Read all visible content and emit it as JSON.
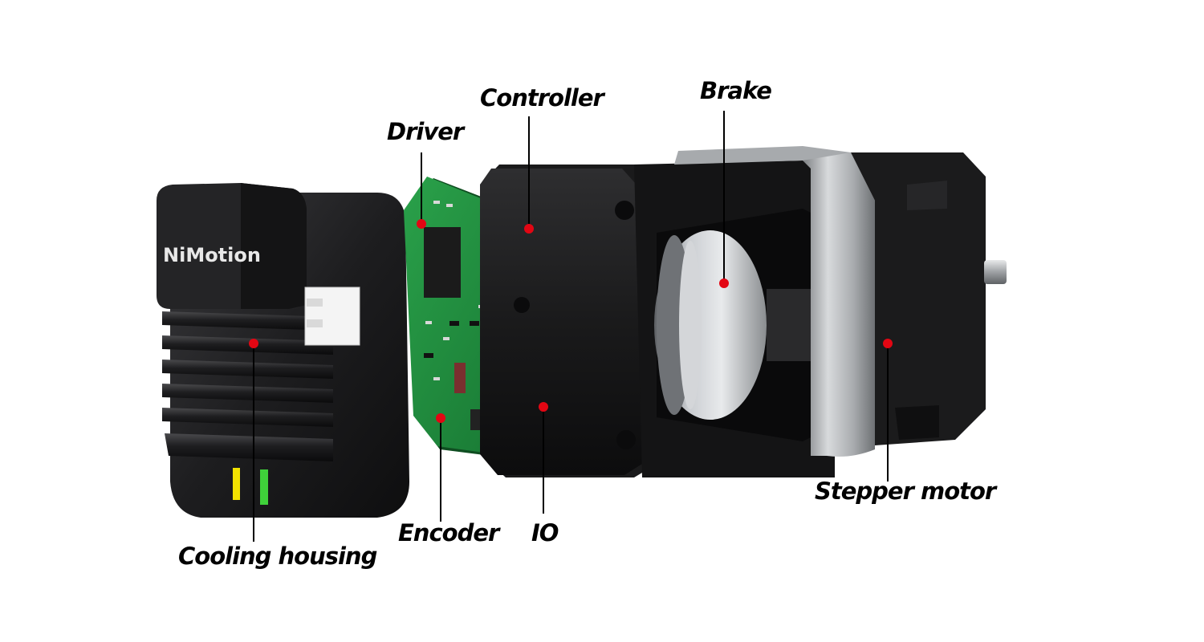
{
  "brand_text": "NiMotion",
  "colors": {
    "callout_dot": "#e30613",
    "pcb": "#1f8a3c",
    "housing": "#1c1c1e",
    "led_yellow": "#f2e200",
    "led_green": "#3fd13a",
    "silver": "#b9bcbf"
  },
  "labels": {
    "driver": "Driver",
    "controller": "Controller",
    "brake": "Brake",
    "stepper_motor": "Stepper motor",
    "cooling_housing": "Cooling housing",
    "encoder": "Encoder",
    "io": "IO"
  }
}
